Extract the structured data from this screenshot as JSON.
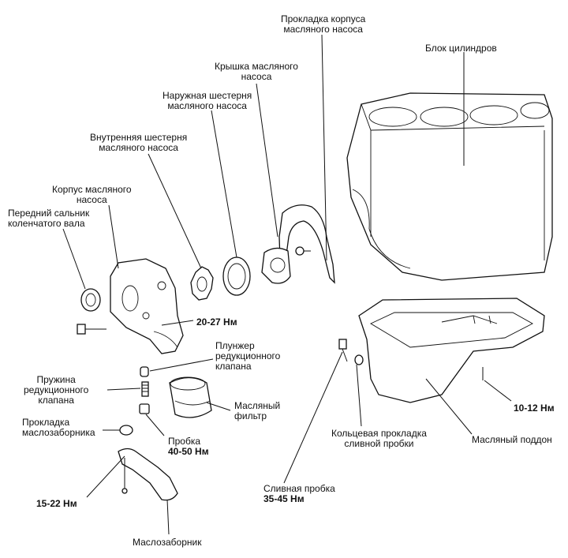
{
  "labels": {
    "pump_gasket": [
      "Прокладка корпуса",
      "масляного насоса"
    ],
    "cylinder_block": "Блок цилиндров",
    "pump_cover": [
      "Крышка масляного",
      "насоса"
    ],
    "outer_gear": [
      "Наружная шестерня",
      "масляного насоса"
    ],
    "inner_gear": [
      "Внутренняя шестерня",
      "масляного насоса"
    ],
    "pump_body": [
      "Корпус масляного",
      "насоса"
    ],
    "front_seal": [
      "Передний сальник",
      "коленчатого вала"
    ],
    "torque_20_27": "20-27 Нм",
    "plunger": [
      "Плунжер",
      "редукционного",
      "клапана"
    ],
    "spring": [
      "Пружина",
      "редукционного",
      "клапана"
    ],
    "oil_filter": [
      "Масляный",
      "фильтр"
    ],
    "pickup_gasket": [
      "Прокладка",
      "маслозаборника"
    ],
    "plug": "Пробка",
    "torque_40_50": "40-50 Нм",
    "torque_15_22": "15-22 Нм",
    "oil_pickup": "Маслозаборник",
    "drain_ring": [
      "Кольцевая прокладка",
      "сливной пробки"
    ],
    "oil_pan": "Масляный поддон",
    "torque_10_12": "10-12 Нм",
    "drain_plug": "Сливная пробка",
    "torque_35_45": "35-45 Нм"
  }
}
